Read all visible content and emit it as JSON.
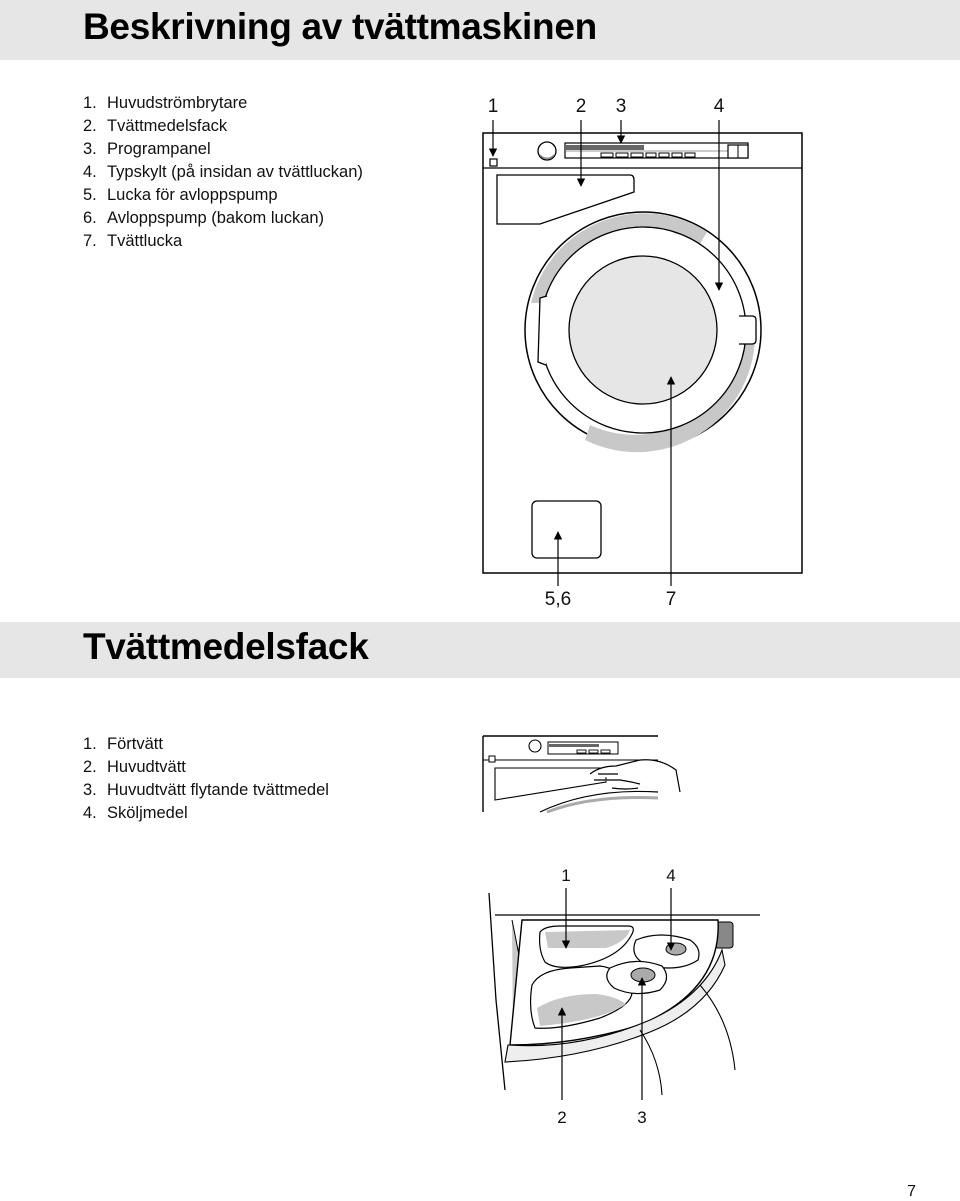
{
  "section1": {
    "title": "Beskrivning av tvättmaskinen",
    "items": [
      {
        "num": "1.",
        "text": "Huvudströmbrytare"
      },
      {
        "num": "2.",
        "text": "Tvättmedelsfack"
      },
      {
        "num": "3.",
        "text": "Programpanel"
      },
      {
        "num": "4.",
        "text": "Typskylt (på insidan av tvättluckan)"
      },
      {
        "num": "5.",
        "text": "Lucka för avloppspump"
      },
      {
        "num": "6.",
        "text": "Avloppspump (bakom luckan)"
      },
      {
        "num": "7.",
        "text": "Tvättlucka"
      }
    ],
    "machine_labels": [
      "1",
      "2",
      "3",
      "4",
      "5,6",
      "7"
    ]
  },
  "section2": {
    "title": "Tvättmedelsfack",
    "items": [
      {
        "num": "1.",
        "text": "Förtvätt"
      },
      {
        "num": "2.",
        "text": "Huvudtvätt"
      },
      {
        "num": "3.",
        "text": "Huvudtvätt flytande tvättmedel"
      },
      {
        "num": "4.",
        "text": "Sköljmedel"
      }
    ],
    "drawer_labels": [
      "1",
      "4",
      "2",
      "3"
    ]
  },
  "page_number": "7"
}
